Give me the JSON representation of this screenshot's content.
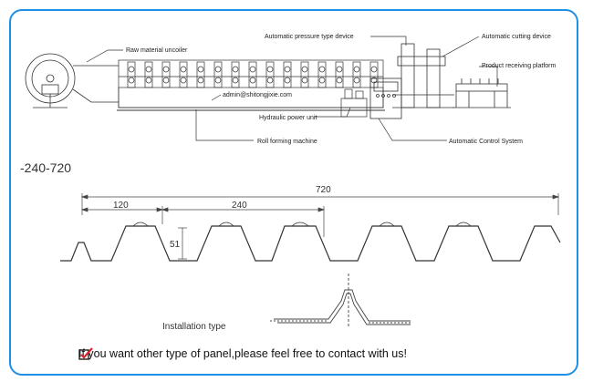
{
  "machine": {
    "labels": {
      "uncoiler": "Raw material uncoiler",
      "pressure_device": "Automatic pressure type device",
      "cutting_device": "Automatic cutting device",
      "receiving_platform": "Product receiving platform",
      "hydraulic_unit": "Hydraulic power unit",
      "roll_forming": "Roll forming machine",
      "control_system": "Automatic Control System",
      "watermark": "admin@shitongjixie.com"
    }
  },
  "profile": {
    "title": "-240-720",
    "dims": {
      "total": "720",
      "pitch": "240",
      "rib": "120",
      "height": "51"
    },
    "installation_label": "Installation type"
  },
  "footer": {
    "note": "If you want other type of panel,please feel free to contact with us!"
  },
  "colors": {
    "border": "#1e90e6",
    "check": "#d9252b"
  },
  "icons": {
    "check": "checkbox-check-icon"
  }
}
